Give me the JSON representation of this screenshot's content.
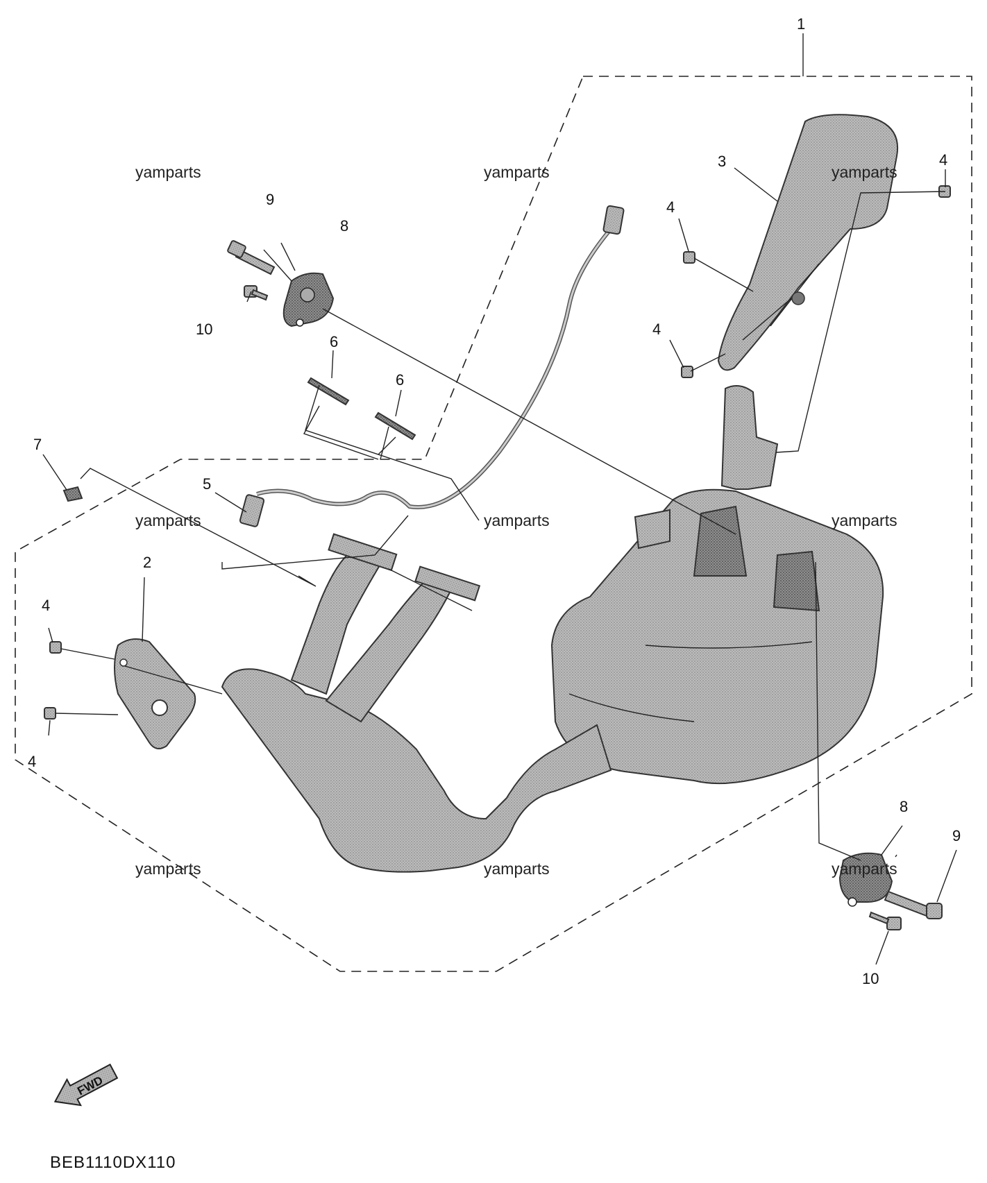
{
  "diagram_code": "BEB1110DX110",
  "fwd_label": "FWD",
  "watermark": "yamparts",
  "callouts": {
    "c1": "1",
    "c2": "2",
    "c3": "3",
    "c4a": "4",
    "c4b": "4",
    "c4c": "4",
    "c4d": "4",
    "c4e": "4",
    "c5": "5",
    "c6a": "6",
    "c6b": "6",
    "c7": "7",
    "c8a": "8",
    "c8b": "8",
    "c9a": "9",
    "c9b": "9",
    "c10a": "10",
    "c10b": "10"
  }
}
